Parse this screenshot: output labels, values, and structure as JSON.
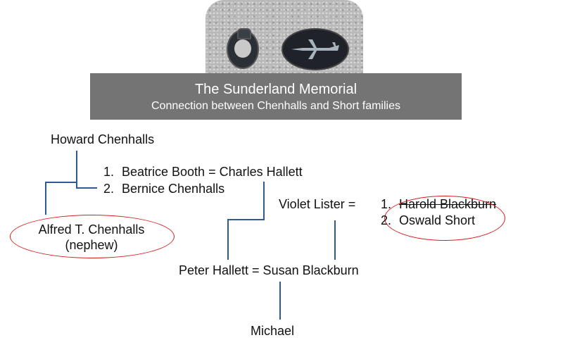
{
  "banner": {
    "title": "The Sunderland Memorial",
    "subtitle": "Connection between Chenhalls and Short families"
  },
  "people": {
    "howard": "Howard Chenhalls",
    "wife1_num": "1.",
    "wife1": "Beatrice Booth = Charles Hallett",
    "wife2_num": "2.",
    "wife2": "Bernice Chenhalls",
    "alfred_line1": "Alfred T. Chenhalls",
    "alfred_line2": "(nephew)",
    "violet": "Violet Lister =",
    "husband1_num": "1.",
    "husband1": "Harold Blackburn",
    "husband2_num": "2.",
    "husband2": "Oswald Short",
    "couple": "Peter Hallett = Susan Blackburn",
    "child": "Michael"
  },
  "colors": {
    "banner_bg": "#747474",
    "connector": "#2f5a8f",
    "highlight": "#d62020"
  }
}
